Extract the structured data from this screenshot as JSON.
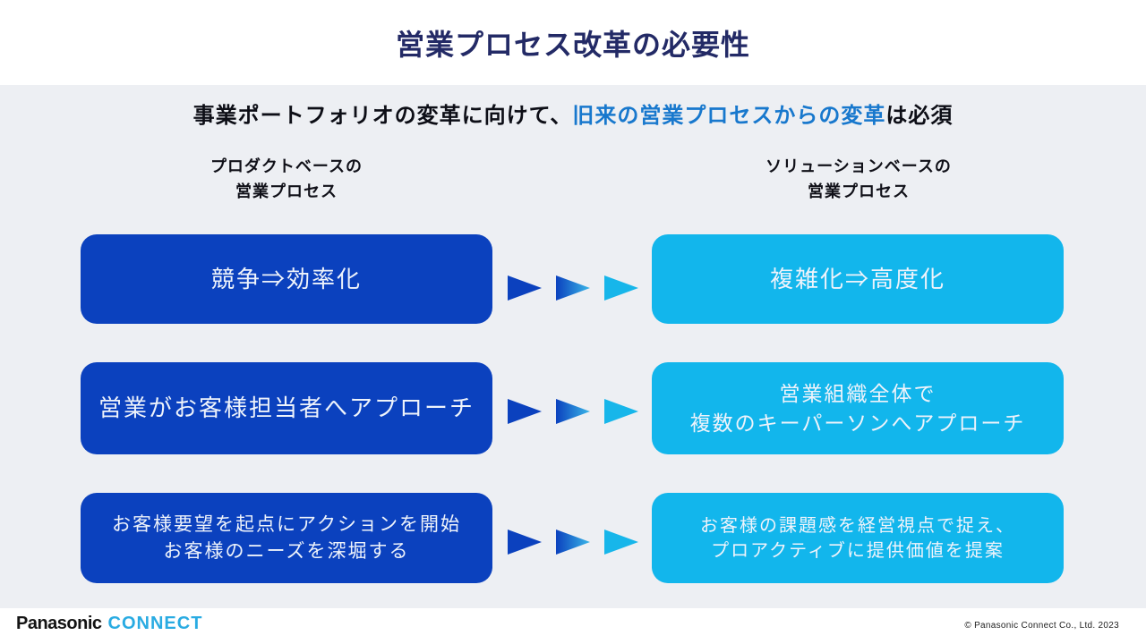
{
  "title": "営業プロセス改革の必要性",
  "subtitle": {
    "prefix": "事業ポートフォリオの変革に向けて、",
    "highlight": "旧来の営業プロセスからの変革",
    "suffix": "は必須"
  },
  "columns": {
    "left": {
      "line1": "プロダクトベースの",
      "line2": "営業プロセス"
    },
    "right": {
      "line1": "ソリューションベースの",
      "line2": "営業プロセス"
    }
  },
  "rows": [
    {
      "left": [
        "競争⇒効率化"
      ],
      "right": [
        "複雑化⇒高度化"
      ]
    },
    {
      "left": [
        "営業がお客様担当者へアプローチ"
      ],
      "right": [
        "営業組織全体で",
        "複数のキーパーソンへアプローチ"
      ]
    },
    {
      "left": [
        "お客様要望を起点にアクションを開始",
        "お客様のニーズを深堀する"
      ],
      "right": [
        "お客様の課題感を経営視点で捉え、",
        "プロアクティブに提供価値を提案"
      ]
    }
  ],
  "footer": {
    "logo_panasonic": "Panasonic",
    "logo_connect": "CONNECT",
    "copyright": "© Panasonic Connect Co., Ltd. 2023"
  },
  "colors": {
    "title_navy": "#232a66",
    "subtitle_highlight_blue": "#1878cd",
    "box_dark_blue": "#0b41be",
    "box_light_blue": "#12b6ec",
    "content_background_gray": "#edeff3",
    "logo_connect_blue": "#29abe2"
  }
}
